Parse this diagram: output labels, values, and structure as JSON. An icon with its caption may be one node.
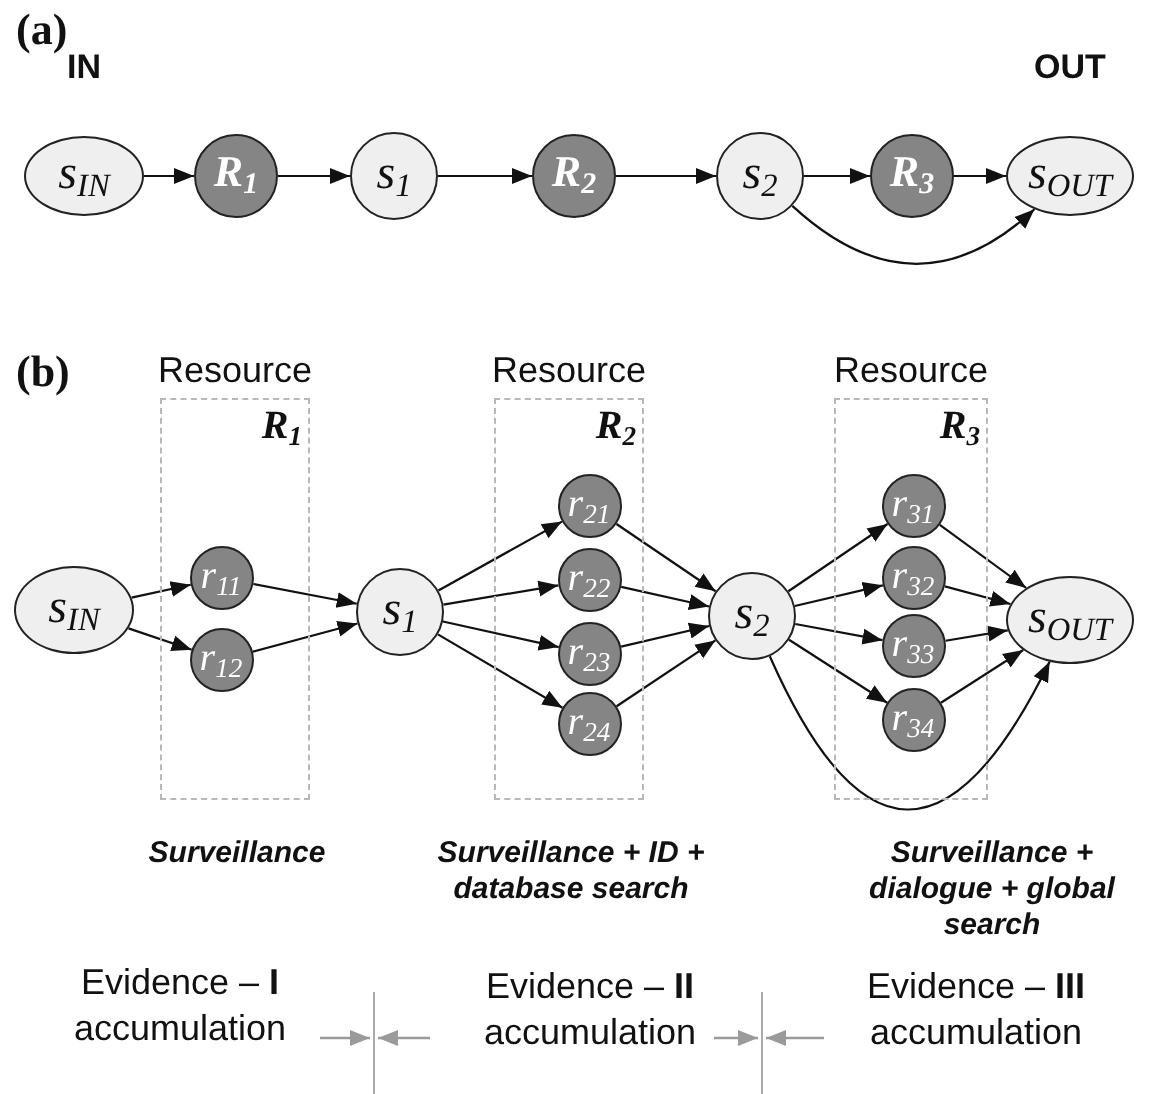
{
  "diagram": {
    "nodes": [
      {
        "text": [
          "s$_{IN}$"
        ],
        "beside": [
          "IN"
        ]
      },
      {
        "text": [
          "R$_{1}$"
        ]
      },
      {
        "text": [
          "s$_{1}$"
        ]
      },
      {
        "text": [
          "R$_{2}$"
        ]
      },
      {
        "text": [
          "s$_{2}$"
        ]
      },
      {
        "text": [
          "R$_{3}$"
        ]
      },
      {
        "text": [
          "s$_{OUT}$"
        ],
        "beside": [
          "OUT"
        ]
      },
      {
        "text": [
          "s$_{IN}$"
        ]
      },
      {
        "text": [
          "Resource",
          "R$_{1}$"
        ],
        "beside": [
          "Surveillance"
        ]
      },
      {
        "text": [
          "r$_{11}$"
        ],
        "in": 8
      },
      {
        "text": [
          "r$_{12}$"
        ],
        "in": 8
      },
      {
        "text": [
          "s$_{1}$"
        ]
      },
      {
        "text": [
          "Resource",
          "R$_{2}$"
        ],
        "beside": [
          "Surveillance + ID + database search"
        ]
      },
      {
        "text": [
          "r$_{21}$"
        ],
        "in": 12
      },
      {
        "text": [
          "r$_{22}$"
        ],
        "in": 12
      },
      {
        "text": [
          "r$_{23}$"
        ],
        "in": 12
      },
      {
        "text": [
          "r$_{24}$"
        ],
        "in": 12
      },
      {
        "text": [
          "s$_{2}$"
        ]
      },
      {
        "text": [
          "Resource",
          "R$_{3}$"
        ],
        "beside": [
          "Surveillance + dialogue + global search"
        ]
      },
      {
        "text": [
          "r$_{31}$"
        ],
        "in": 18
      },
      {
        "text": [
          "r$_{32}$"
        ],
        "in": 18
      },
      {
        "text": [
          "r$_{33}$"
        ],
        "in": 18
      },
      {
        "text": [
          "r$_{34}$"
        ],
        "in": 18
      },
      {
        "text": [
          "s$_{OUT}$"
        ]
      }
    ],
    "edges": [
      {
        "from": 0,
        "to": 1,
        "arrow": "to"
      },
      {
        "from": 1,
        "to": 2,
        "arrow": "to"
      },
      {
        "from": 2,
        "to": 3,
        "arrow": "to"
      },
      {
        "from": 3,
        "to": 4,
        "arrow": "to"
      },
      {
        "from": 4,
        "to": 5,
        "arrow": "to"
      },
      {
        "from": 5,
        "to": 6,
        "arrow": "to"
      },
      {
        "from": 4,
        "to": 6,
        "arrow": "to"
      },
      {
        "from": 7,
        "to": 9,
        "arrow": "to"
      },
      {
        "from": 7,
        "to": 10,
        "arrow": "to"
      },
      {
        "from": 9,
        "to": 11,
        "arrow": "to"
      },
      {
        "from": 10,
        "to": 11,
        "arrow": "to"
      },
      {
        "from": 11,
        "to": 13,
        "arrow": "to"
      },
      {
        "from": 11,
        "to": 14,
        "arrow": "to"
      },
      {
        "from": 11,
        "to": 15,
        "arrow": "to"
      },
      {
        "from": 11,
        "to": 16,
        "arrow": "to"
      },
      {
        "from": 13,
        "to": 17,
        "arrow": "to"
      },
      {
        "from": 14,
        "to": 17,
        "arrow": "to"
      },
      {
        "from": 15,
        "to": 17,
        "arrow": "to"
      },
      {
        "from": 16,
        "to": 17,
        "arrow": "to"
      },
      {
        "from": 17,
        "to": 19,
        "arrow": "to"
      },
      {
        "from": 17,
        "to": 20,
        "arrow": "to"
      },
      {
        "from": 17,
        "to": 21,
        "arrow": "to"
      },
      {
        "from": 17,
        "to": 22,
        "arrow": "to"
      },
      {
        "from": 19,
        "to": 23,
        "arrow": "to"
      },
      {
        "from": 20,
        "to": 23,
        "arrow": "to"
      },
      {
        "from": 21,
        "to": 23,
        "arrow": "to"
      },
      {
        "from": 22,
        "to": 23,
        "arrow": "to"
      },
      {
        "from": 17,
        "to": 23,
        "arrow": "to"
      }
    ],
    "labels": [
      "(a)",
      "(b)",
      "Evidence – **I** accumulation",
      "Evidence – **II** accumulation",
      "Evidence – **III** accumulation"
    ]
  }
}
